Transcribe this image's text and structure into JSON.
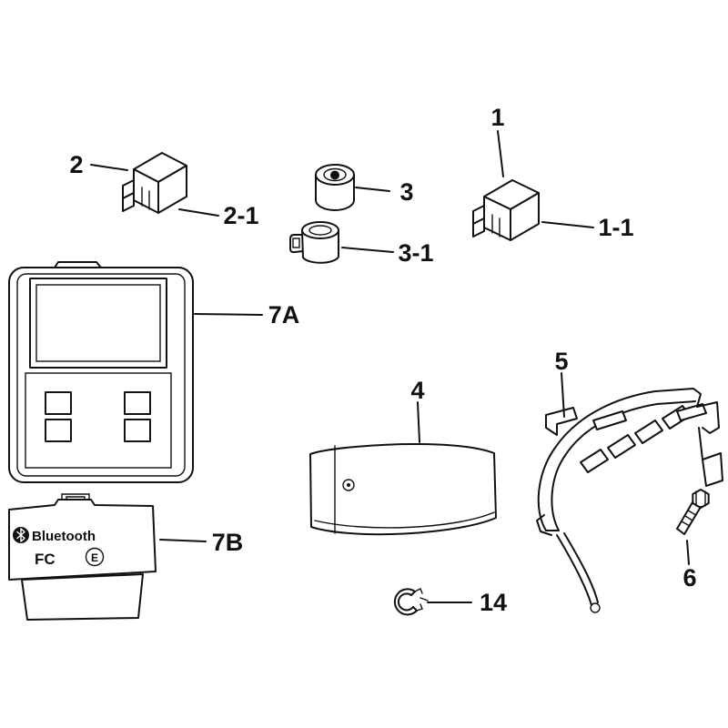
{
  "colors": {
    "line": "#111111",
    "background": "#ffffff"
  },
  "callouts": {
    "c1": "1",
    "c1_1": "1-1",
    "c2": "2",
    "c2_1": "2-1",
    "c3": "3",
    "c3_1": "3-1",
    "c4": "4",
    "c5": "5",
    "c6": "6",
    "c7a": "7A",
    "c7b": "7B",
    "c14": "14"
  },
  "module_7b": {
    "brand": "Bluetooth",
    "fcc_mark": "FC",
    "e_mark": "E"
  }
}
